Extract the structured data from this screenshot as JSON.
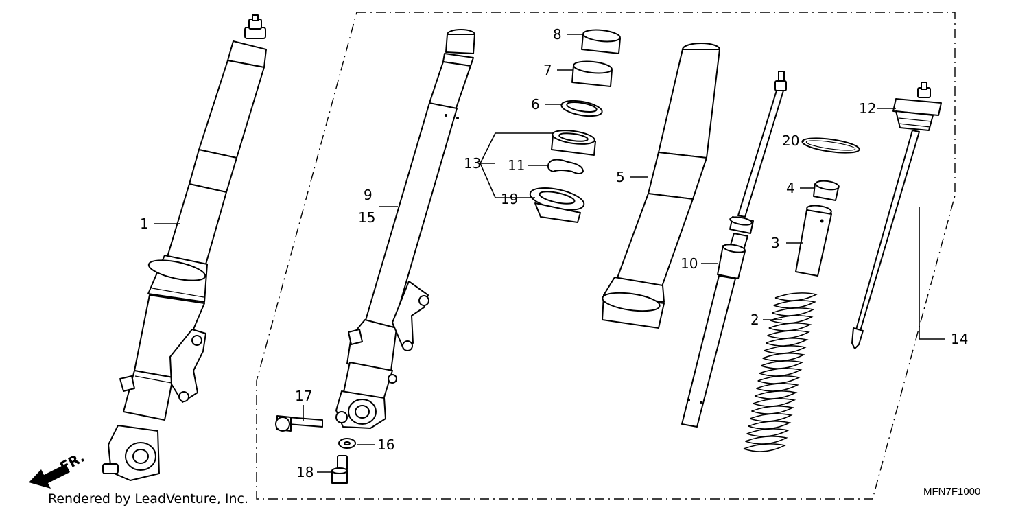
{
  "labels": {
    "p1": "1",
    "p2": "2",
    "p3": "3",
    "p4": "4",
    "p5": "5",
    "p6": "6",
    "p7": "7",
    "p8": "8",
    "p9": "9",
    "p10": "10",
    "p11": "11",
    "p12": "12",
    "p13": "13",
    "p14": "14",
    "p15": "15",
    "p16": "16",
    "p17": "17",
    "p18": "18",
    "p19": "19",
    "p20": "20"
  },
  "direction_label": "FR.",
  "footer_credit": "Rendered by LeadVenture, Inc.",
  "diagram_code": "MFN7F1000"
}
